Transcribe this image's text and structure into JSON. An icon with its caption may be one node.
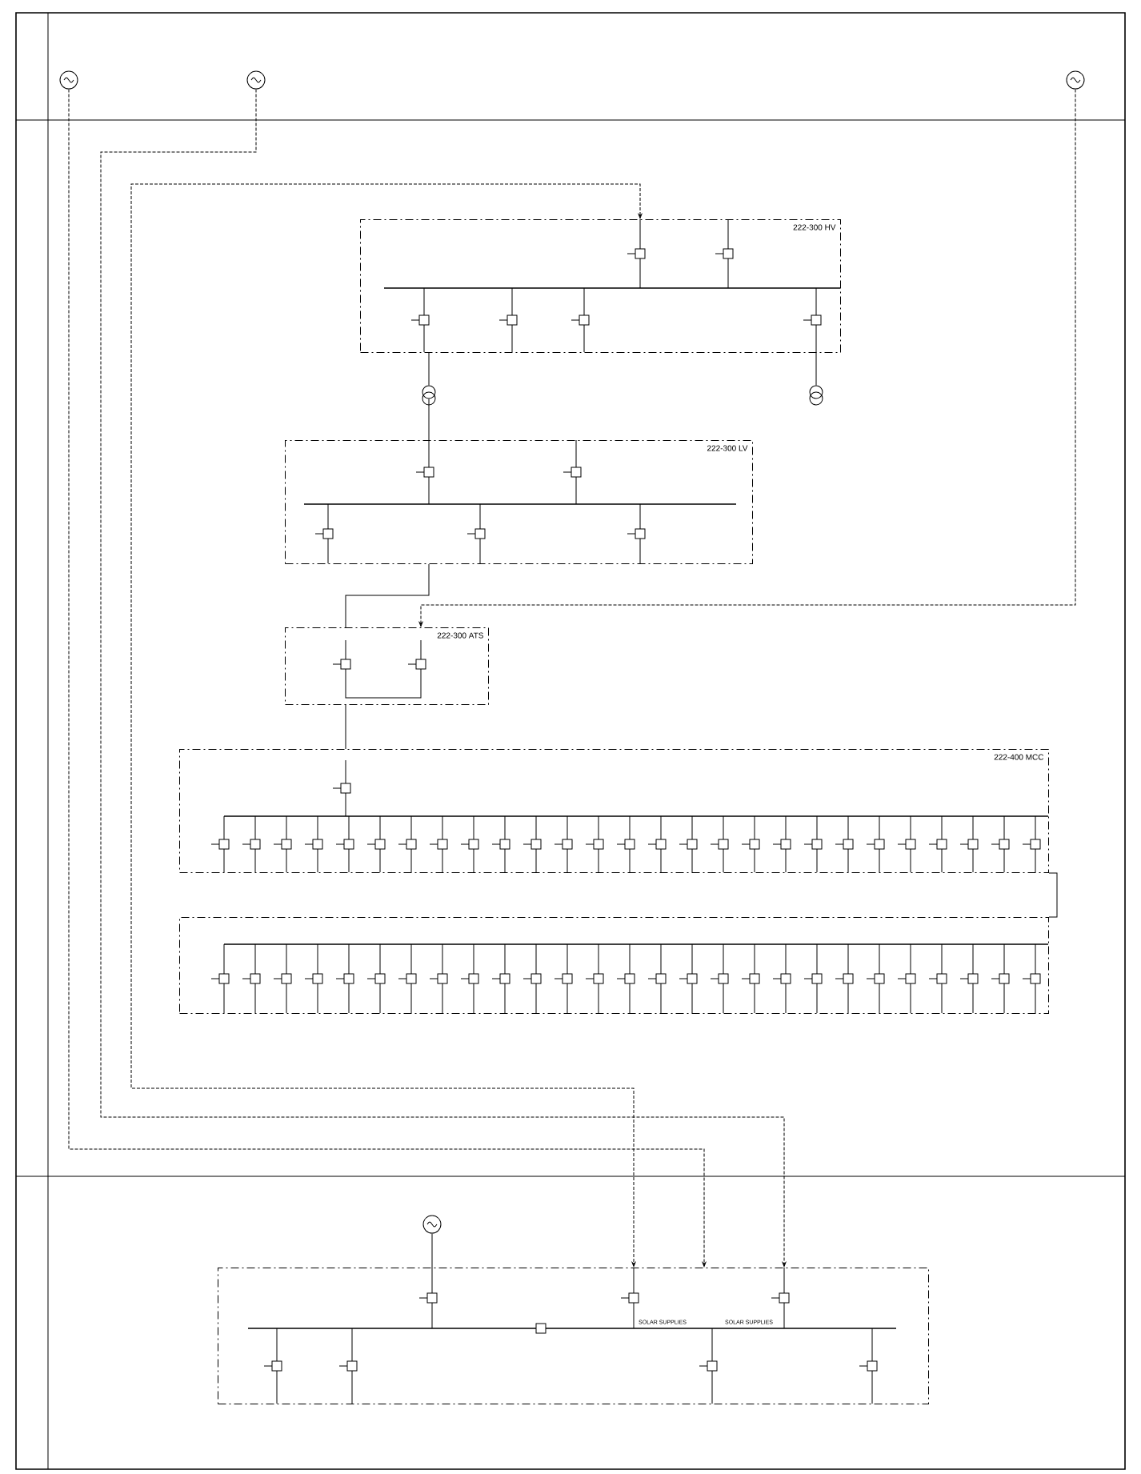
{
  "diagram": {
    "nodes": [
      {
        "text": [],
        "shape": "circle"
      },
      {
        "text": [],
        "shape": "circle"
      },
      {
        "text": [],
        "shape": "circle"
      },
      {
        "text": [
          "222-300 HV"
        ]
      },
      {
        "text": [
          "222-300 LV"
        ]
      },
      {
        "text": [
          "222-300 ATS"
        ]
      },
      {
        "text": [
          "222-400 MCC"
        ]
      },
      {
        "text": [],
        "shape": "box"
      },
      {
        "text": [],
        "shape": "box"
      },
      {
        "text": [],
        "shape": "circle"
      },
      {
        "text": [],
        "shape": "circle"
      },
      {
        "text": [],
        "shape": "circle"
      }
    ],
    "edges": [
      {
        "from": 0,
        "to": 8,
        "arrow": "to",
        "style": "dashed"
      },
      {
        "from": 1,
        "to": 8,
        "arrow": "to",
        "style": "dashed"
      },
      {
        "from": 3,
        "to": 8,
        "arrow": "both",
        "style": "dashed"
      },
      {
        "from": 2,
        "to": 5,
        "arrow": "to",
        "style": "dashed"
      },
      {
        "from": 3,
        "to": 10,
        "arrow": "none"
      },
      {
        "from": 10,
        "to": 4,
        "arrow": "none"
      },
      {
        "from": 3,
        "to": 11,
        "arrow": "none"
      },
      {
        "from": 4,
        "to": 5,
        "arrow": "none"
      },
      {
        "from": 5,
        "to": 6,
        "arrow": "none"
      },
      {
        "from": 6,
        "to": 7,
        "arrow": "none"
      },
      {
        "from": 9,
        "to": 8,
        "arrow": "none"
      }
    ],
    "labels": [
      "SOLAR SUPPLIES",
      "SOLAR SUPPLIES"
    ]
  }
}
